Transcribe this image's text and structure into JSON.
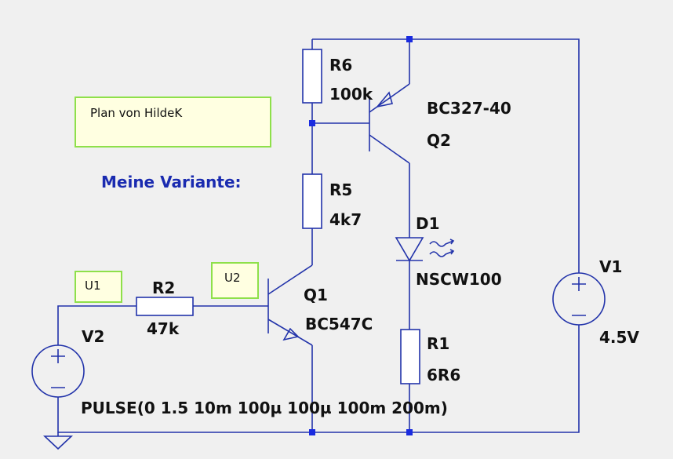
{
  "heading": "Meine Variante:",
  "notes": {
    "plan": "Plan von HildeK",
    "u1": "U1",
    "u2": "U2"
  },
  "components": {
    "r6": {
      "name": "R6",
      "value": "100k"
    },
    "r5": {
      "name": "R5",
      "value": "4k7"
    },
    "r2": {
      "name": "R2",
      "value": "47k"
    },
    "r1": {
      "name": "R1",
      "value": "6R6"
    },
    "q2": {
      "name": "Q2",
      "model": "BC327-40"
    },
    "q1": {
      "name": "Q1",
      "model": "BC547C"
    },
    "d1": {
      "name": "D1",
      "model": "NSCW100"
    },
    "v1": {
      "name": "V1",
      "value": "4.5V"
    },
    "v2": {
      "name": "V2",
      "value": "PULSE(0 1.5 10m 100µ 100µ 100m 200m)"
    }
  },
  "colors": {
    "wire": "#2233aa",
    "junction": "#1a2be0",
    "heading": "#1a2bb0",
    "note_border": "#8ee04a",
    "note_fill": "#ffffe1",
    "background": "#f0f0f0"
  }
}
